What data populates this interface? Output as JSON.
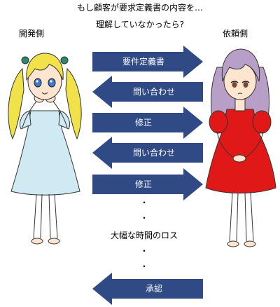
{
  "title_line1": "もし顧客が要求定義書の内容を…",
  "title_line2": "理解していなかったら?",
  "developer_label": "開発側",
  "client_label": "依頼側",
  "arrows": [
    {
      "label": "要件定義書",
      "direction": "right"
    },
    {
      "label": "問い合わせ",
      "direction": "left"
    },
    {
      "label": "修正",
      "direction": "right"
    },
    {
      "label": "問い合わせ",
      "direction": "left"
    },
    {
      "label": "修正",
      "direction": "right"
    },
    {
      "label": "承認",
      "direction": "left"
    }
  ],
  "dot": "・",
  "loss_text": "大幅な時間のロス",
  "colors": {
    "arrow": "#2f4a84",
    "developer_hair": "#f2e24a",
    "developer_dress": "#cfeaf3",
    "client_hair": "#b79fc8",
    "client_dress": "#e01818"
  }
}
